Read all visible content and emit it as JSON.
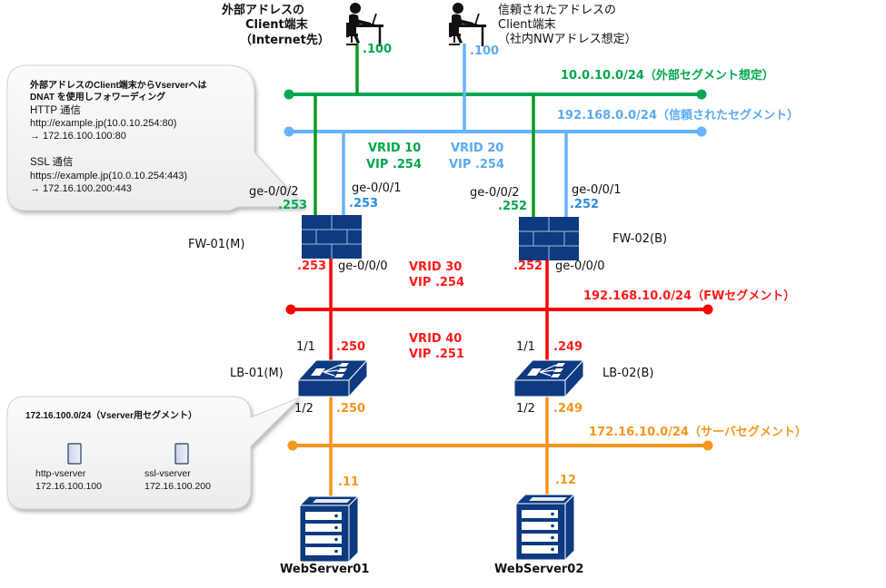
{
  "colors": {
    "external": "#00a84f",
    "external_link": "#0a9a1e",
    "trusted": "#66b3ff",
    "fw_segment": "#ff0000",
    "server_segment": "#f7951d",
    "device": "#0d3a80"
  },
  "clients": [
    {
      "label_lines": [
        "外部アドレスの",
        "Client端末",
        "（Internet先）"
      ],
      "ip": ".100",
      "icon": "person-at-desk-icon"
    },
    {
      "label_lines": [
        "信頼されたアドレスの",
        "Client端末",
        "（社内NWアドレス想定）"
      ],
      "ip": ".100",
      "icon": "person-at-desk-icon"
    }
  ],
  "segments": {
    "external": "10.0.10.0/24（外部セグメント想定）",
    "trusted": "192.168.0.0/24（信頼されたセグメント）",
    "fw": "192.168.10.0/24（FWセグメント）",
    "server": "172.16.10.0/24（サーバセグメント）"
  },
  "vrrp": {
    "vrid10": {
      "id": "VRID 10",
      "vip": "VIP .254"
    },
    "vrid20": {
      "id": "VRID 20",
      "vip": "VIP .254"
    },
    "vrid30": {
      "id": "VRID 30",
      "vip": "VIP .254"
    },
    "vrid40": {
      "id": "VRID 40",
      "vip": "VIP .251"
    }
  },
  "firewalls": [
    {
      "name": "FW-01(M)",
      "if_ext": "ge-0/0/2",
      "ip_ext": ".253",
      "if_trust": "ge-0/0/1",
      "ip_trust": ".253",
      "if_inner": "ge-0/0/0",
      "ip_inner": ".253"
    },
    {
      "name": "FW-02(B)",
      "if_ext": "ge-0/0/2",
      "ip_ext": ".252",
      "if_trust": "ge-0/0/1",
      "ip_trust": ".252",
      "if_inner": "ge-0/0/0",
      "ip_inner": ".252"
    }
  ],
  "load_balancers": [
    {
      "name": "LB-01(M)",
      "port_up": "1/1",
      "ip_up": ".250",
      "port_down": "1/2",
      "ip_down": ".250"
    },
    {
      "name": "LB-02(B)",
      "port_up": "1/1",
      "ip_up": ".249",
      "port_down": "1/2",
      "ip_down": ".249"
    }
  ],
  "servers": [
    {
      "name": "WebServer01",
      "ip": ".11"
    },
    {
      "name": "WebServer02",
      "ip": ".12"
    }
  ],
  "callout_dnat": {
    "title_lines": [
      "外部アドレスのClient端末からVserverへは",
      "DNAT を使用しフォワーディング"
    ],
    "http_label": "HTTP 通信",
    "http_src": "http://example.jp(10.0.10.254:80)",
    "http_dst": "→ 172.16.100.100:80",
    "ssl_label": "SSL 通信",
    "ssl_src": "https://example.jp(10.0.10.254:443)",
    "ssl_dst": "→ 172.16.100.200:443"
  },
  "callout_vserver": {
    "title": "172.16.100.0/24（Vserver用セグメント）",
    "vservers": [
      {
        "name": "http-vserver",
        "ip": "172.16.100.100"
      },
      {
        "name": "ssl-vserver",
        "ip": "172.16.100.200"
      }
    ]
  }
}
